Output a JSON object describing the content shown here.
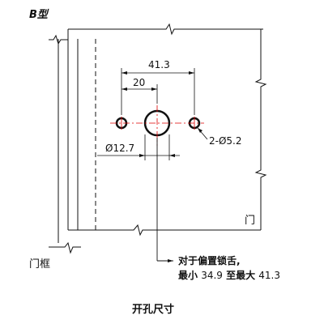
{
  "labels": {
    "type_title": "B型",
    "dim_spacing": "41.3",
    "dim_to_center": "20",
    "dim_big_hole": "Ø12.7",
    "dim_small_holes": "2-Ø5.2",
    "door": "门",
    "door_frame": "门框",
    "note_line1": "对于偏置锁舌,",
    "note_line2_prefix": "最小 ",
    "note_min": "34.9",
    "note_mid": " 至最大 ",
    "note_max": "41.3",
    "caption": "开孔尺寸"
  },
  "colors": {
    "line": "#111111",
    "center_line": "#e00000"
  }
}
